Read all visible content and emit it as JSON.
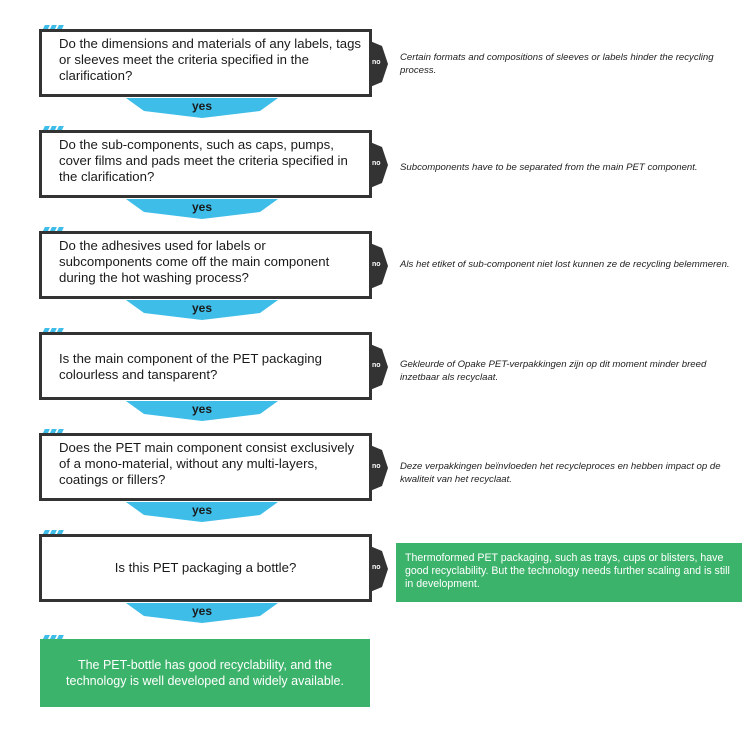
{
  "colors": {
    "accent": "#3dbde8",
    "border": "#333333",
    "positive": "#3bb36a",
    "white": "#ffffff"
  },
  "steps": [
    {
      "question": "Do the dimensions and materials of any labels, tags or sleeves meet the criteria specified in the clarification?",
      "yes": "yes",
      "no": "no",
      "note": "Certain formats and compositions of sleeves or labels hinder the recycling process."
    },
    {
      "question": "Do the sub-components, such as caps, pumps, cover films and pads meet the criteria specified in the clarification?",
      "yes": "yes",
      "no": "no",
      "note": "Subcomponents have to be separated from the main PET component."
    },
    {
      "question": "Do the adhesives used for labels or subcomponents come off the main component during the hot washing process?",
      "yes": "yes",
      "no": "no",
      "note": "Als het etiket of sub-component niet lost kunnen ze de recycling belemmeren."
    },
    {
      "question": "Is the main component of the PET packaging colourless and tansparent?",
      "yes": "yes",
      "no": "no",
      "note": "Gekleurde of Opake PET-verpakkingen zijn op dit moment minder breed inzetbaar als recyclaat."
    },
    {
      "question": "Does the PET main component consist exclusively of a mono-material, without any multi-layers, coatings or fillers?",
      "yes": "yes",
      "no": "no",
      "note": "Deze verpakkingen beïnvloeden het recycleproces en hebben impact op de kwaliteit van het recyclaat."
    },
    {
      "question": "Is this PET packaging a bottle?",
      "yes": "yes",
      "no": "no",
      "note": "Thermoformed PET packaging, such as trays, cups or blisters, have good recyclability. But the technology needs further scaling and is still in development."
    }
  ],
  "result": "The PET-bottle has good recyclability, and the technology is well developed and widely available."
}
